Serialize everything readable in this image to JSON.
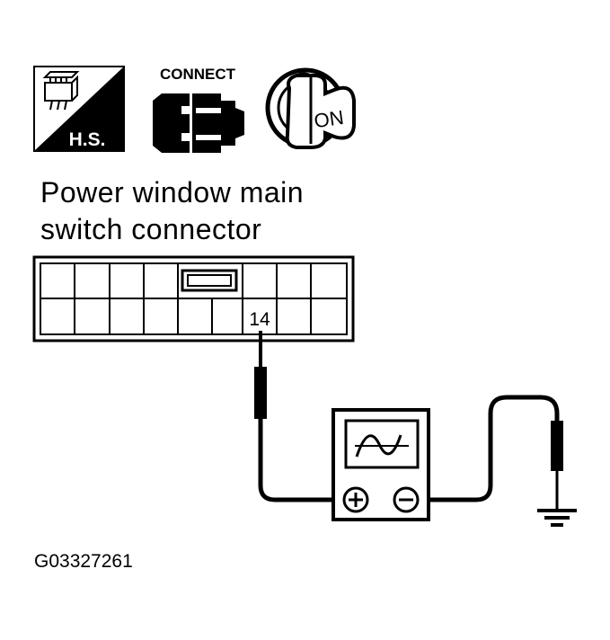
{
  "icons": {
    "harness_side": {
      "icon": "harness-side-icon",
      "label": "H.S."
    },
    "connect": {
      "icon": "connect-icon",
      "label": "CONNECT"
    },
    "ignition": {
      "icon": "ignition-key-icon",
      "label": "ON"
    }
  },
  "connector": {
    "title_line_1": "Power window main",
    "title_line_2": "switch connector",
    "terminal_label": "14"
  },
  "instrument": {
    "icon": "oscilloscope-icon",
    "positive_terminal": "plus-terminal-icon",
    "negative_terminal": "minus-terminal-icon"
  },
  "ground": {
    "icon": "ground-symbol-icon"
  },
  "figure_id": "G03327261",
  "colors": {
    "ink": "#000000",
    "paper": "#ffffff"
  }
}
